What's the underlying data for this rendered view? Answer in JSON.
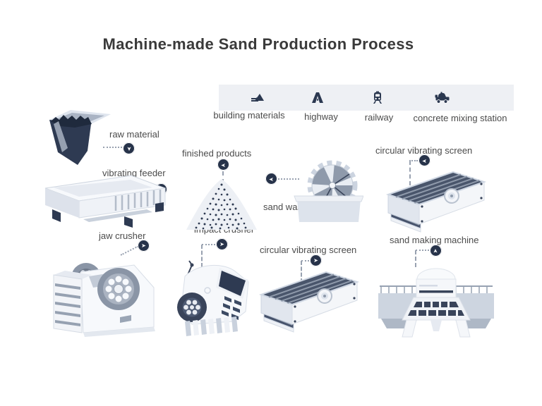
{
  "title": "Machine-made Sand Production Process",
  "colors": {
    "navy": "#2e3a52",
    "bar_bg": "#eef0f4",
    "label": "#4b4b4b",
    "connector": "#98a1b0"
  },
  "glyphs": {
    "flow_arrow": "➤"
  },
  "applications": [
    {
      "label": "building materials",
      "icon": "sand-pile-icon"
    },
    {
      "label": "highway",
      "icon": "highway-icon"
    },
    {
      "label": "railway",
      "icon": "train-icon"
    },
    {
      "label": "concrete mixing station",
      "icon": "mixer-truck-icon"
    }
  ],
  "stages": [
    {
      "id": "raw-material",
      "label": "raw material",
      "arrow": "down"
    },
    {
      "id": "vibrating-feeder",
      "label": "vibrating feeder",
      "arrow": "down"
    },
    {
      "id": "jaw-crusher",
      "label": "jaw crusher",
      "arrow": "right"
    },
    {
      "id": "impact-crusher",
      "label": "impact crusher",
      "arrow": "right"
    },
    {
      "id": "finished-products",
      "label": "finished products",
      "arrow": "left"
    },
    {
      "id": "sand-washing-machine",
      "label": "sand washing machine",
      "arrow": "left"
    },
    {
      "id": "circular-vibrating-screen-top",
      "label": "circular vibrating screen",
      "arrow": "left"
    },
    {
      "id": "circular-vibrating-screen-bottom",
      "label": "circular vibrating screen",
      "arrow": "right"
    },
    {
      "id": "sand-making-machine",
      "label": "sand making machine",
      "arrow": "up"
    }
  ]
}
